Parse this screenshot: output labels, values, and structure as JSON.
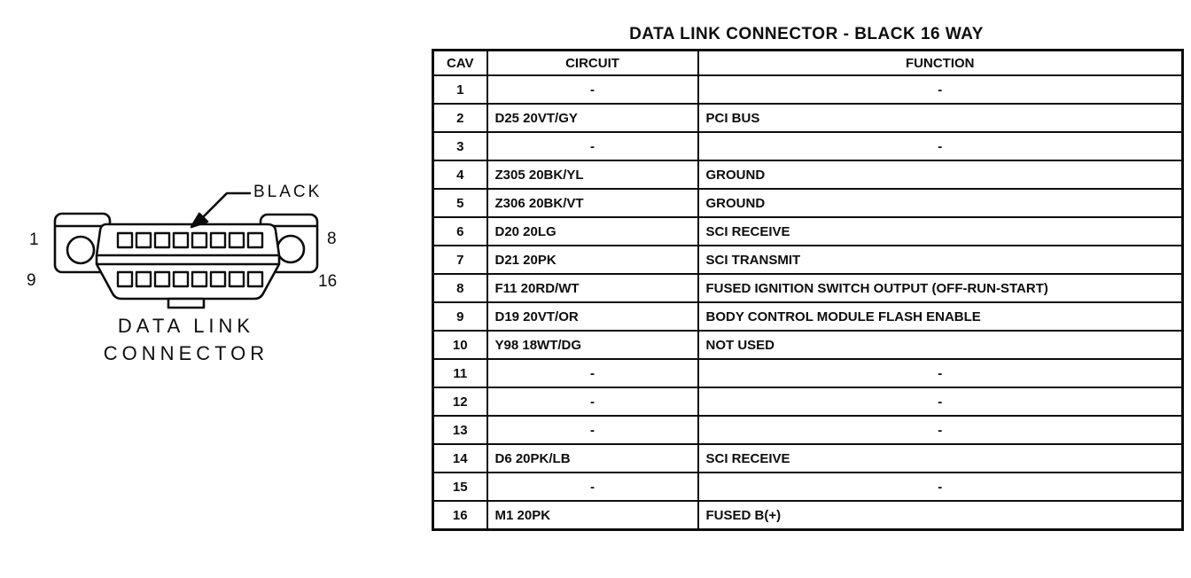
{
  "page": {
    "background": "#ffffff",
    "ink": "#0d0d0d"
  },
  "diagram": {
    "connector_color_label": "BLACK",
    "caption_line1": "DATA LINK",
    "caption_line2": "CONNECTOR",
    "pin_labels": {
      "row1_left": "1",
      "row1_right": "8",
      "row2_left": "9",
      "row2_right": "16"
    }
  },
  "table": {
    "title": "DATA LINK CONNECTOR - BLACK 16 WAY",
    "headers": {
      "cav": "CAV",
      "circuit": "CIRCUIT",
      "function": "FUNCTION"
    },
    "rows": [
      {
        "cav": "1",
        "circuit": "-",
        "function": "-"
      },
      {
        "cav": "2",
        "circuit": "D25 20VT/GY",
        "function": "PCI BUS"
      },
      {
        "cav": "3",
        "circuit": "-",
        "function": "-"
      },
      {
        "cav": "4",
        "circuit": "Z305 20BK/YL",
        "function": "GROUND"
      },
      {
        "cav": "5",
        "circuit": "Z306 20BK/VT",
        "function": "GROUND"
      },
      {
        "cav": "6",
        "circuit": "D20 20LG",
        "function": "SCI RECEIVE"
      },
      {
        "cav": "7",
        "circuit": "D21 20PK",
        "function": "SCI TRANSMIT"
      },
      {
        "cav": "8",
        "circuit": "F11 20RD/WT",
        "function": "FUSED IGNITION SWITCH OUTPUT (OFF-RUN-START)"
      },
      {
        "cav": "9",
        "circuit": "D19 20VT/OR",
        "function": "BODY CONTROL MODULE FLASH ENABLE"
      },
      {
        "cav": "10",
        "circuit": "Y98 18WT/DG",
        "function": "NOT USED"
      },
      {
        "cav": "11",
        "circuit": "-",
        "function": "-"
      },
      {
        "cav": "12",
        "circuit": "-",
        "function": "-"
      },
      {
        "cav": "13",
        "circuit": "-",
        "function": "-"
      },
      {
        "cav": "14",
        "circuit": "D6 20PK/LB",
        "function": "SCI RECEIVE"
      },
      {
        "cav": "15",
        "circuit": "-",
        "function": "-"
      },
      {
        "cav": "16",
        "circuit": "M1 20PK",
        "function": "FUSED B(+)"
      }
    ]
  }
}
